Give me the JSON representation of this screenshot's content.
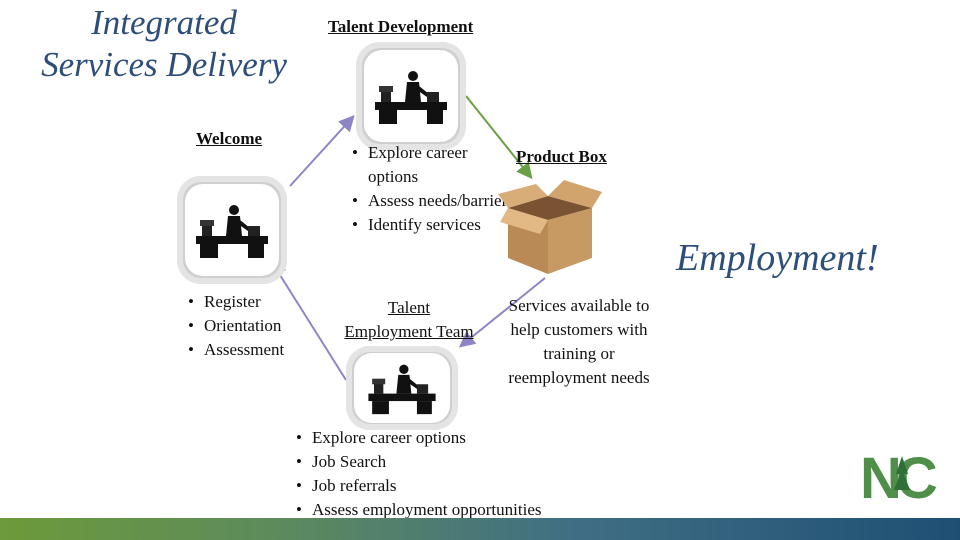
{
  "title_lines": [
    "Integrated",
    "Services Delivery"
  ],
  "nodes": {
    "welcome": {
      "label": "Welcome",
      "bullets": [
        "Register",
        "Orientation",
        "Assessment"
      ],
      "icon": "office-worker-icon"
    },
    "talent_development": {
      "label": "Talent Development",
      "bullets": [
        "Explore career options",
        "Assess needs/barriers",
        "Identify services"
      ],
      "icon": "office-worker-icon"
    },
    "product_box": {
      "label": "Product Box",
      "icon": "cardboard-box-icon"
    },
    "talent_employment_team": {
      "label_lines": [
        "Talent",
        "Employment Team"
      ],
      "bullets": [
        "Explore career options",
        "Job Search",
        "Job referrals",
        "Assess employment opportunities"
      ],
      "icon": "office-worker-icon"
    }
  },
  "services_note": "Services available to help customers with training or reemployment needs",
  "outcome": "Employment!",
  "colors": {
    "title": "#2d4e7a",
    "arrow_purple": "#8e85c7",
    "arrow_green": "#6aa043",
    "bar_left": "#6d9a3a",
    "bar_right": "#1f4f73"
  },
  "logo": {
    "text": "NC"
  }
}
